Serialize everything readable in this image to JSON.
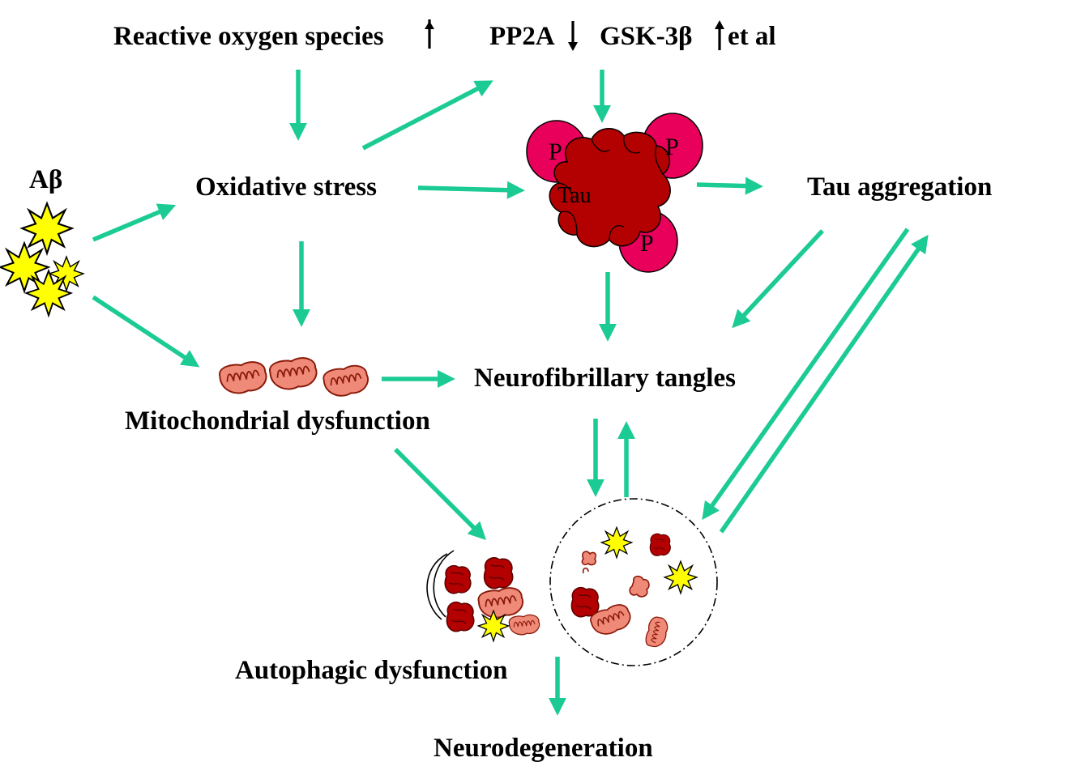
{
  "labels": {
    "ros": "Reactive oxygen species",
    "pp2a": "PP2A",
    "gsk": "GSK-3β",
    "etal": "et al",
    "abeta": "Aβ",
    "oxidative": "Oxidative stress",
    "tau_agg": "Tau aggregation",
    "nft": "Neurofibrillary tangles",
    "mito": "Mitochondrial dysfunction",
    "autophagic": "Autophagic dysfunction",
    "neurodeg": "Neurodegeneration",
    "tau": "Tau",
    "p1": "P",
    "p2": "P",
    "p3": "P"
  },
  "colors": {
    "arrow": "#1ccb94",
    "tau_body": "#b30000",
    "phospho": "#e8005a",
    "mito_fill": "#f08a78",
    "mito_stroke": "#8a1a0a",
    "abeta_fill": "#ffff00"
  }
}
